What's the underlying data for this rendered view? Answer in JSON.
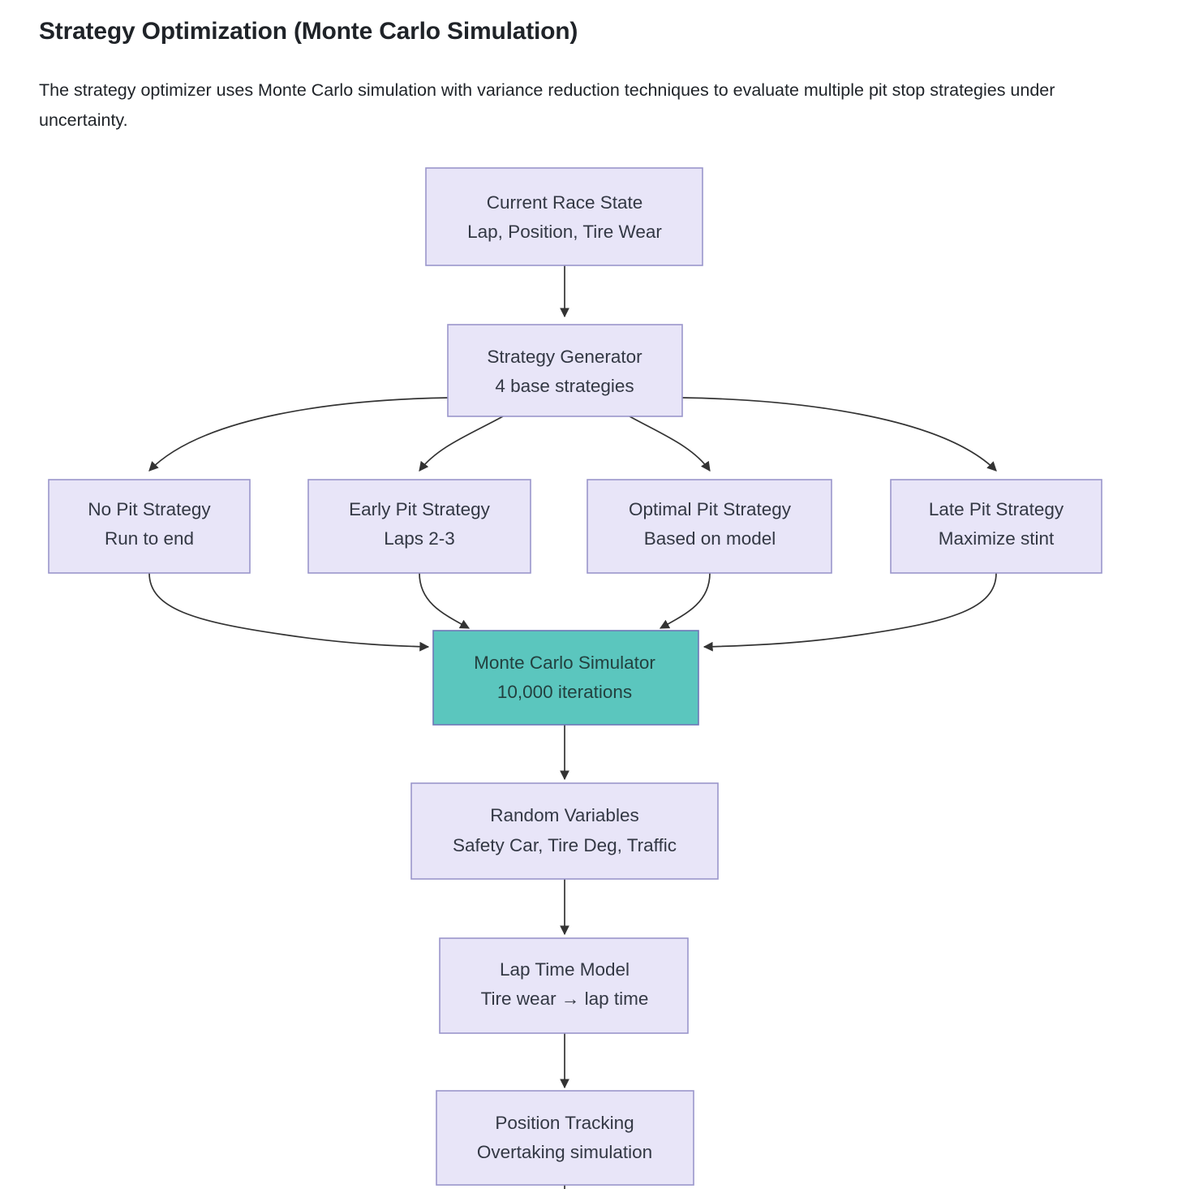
{
  "section": {
    "title": "Strategy Optimization (Monte Carlo Simulation)",
    "description": "The strategy optimizer uses Monte Carlo simulation with variance reduction techniques to evaluate multiple pit stop strategies under uncertainty."
  },
  "colors": {
    "node_fill": "#E8E5F8",
    "node_border": "#9A96CB",
    "highlight_fill": "#5BC6BE",
    "highlight_border": "#6F77B7",
    "edge": "#333333",
    "text": "#333844",
    "page_background": "#FFFFFF"
  },
  "diagram": {
    "type": "flowchart",
    "direction": "top-to-bottom",
    "nodes": [
      {
        "id": "current_race_state",
        "line1": "Current Race State",
        "line2": "Lap, Position, Tire Wear",
        "highlight": false
      },
      {
        "id": "strategy_generator",
        "line1": "Strategy Generator",
        "line2": "4 base strategies",
        "highlight": false
      },
      {
        "id": "no_pit_strategy",
        "line1": "No Pit Strategy",
        "line2": "Run to end",
        "highlight": false
      },
      {
        "id": "early_pit_strategy",
        "line1": "Early Pit Strategy",
        "line2": "Laps 2-3",
        "highlight": false
      },
      {
        "id": "optimal_pit_strategy",
        "line1": "Optimal Pit Strategy",
        "line2": "Based on model",
        "highlight": false
      },
      {
        "id": "late_pit_strategy",
        "line1": "Late Pit Strategy",
        "line2": "Maximize stint",
        "highlight": false
      },
      {
        "id": "monte_carlo_simulator",
        "line1": "Monte Carlo Simulator",
        "line2": "10,000 iterations",
        "highlight": true
      },
      {
        "id": "random_variables",
        "line1": "Random Variables",
        "line2": "Safety Car, Tire Deg, Traffic",
        "highlight": false
      },
      {
        "id": "lap_time_model",
        "line1": "Lap Time Model",
        "line2": "Tire wear  →  lap time",
        "highlight": false
      },
      {
        "id": "position_tracking",
        "line1": "Position Tracking",
        "line2": "Overtaking simulation",
        "highlight": false
      }
    ],
    "edges": [
      {
        "from": "current_race_state",
        "to": "strategy_generator"
      },
      {
        "from": "strategy_generator",
        "to": "no_pit_strategy"
      },
      {
        "from": "strategy_generator",
        "to": "early_pit_strategy"
      },
      {
        "from": "strategy_generator",
        "to": "optimal_pit_strategy"
      },
      {
        "from": "strategy_generator",
        "to": "late_pit_strategy"
      },
      {
        "from": "no_pit_strategy",
        "to": "monte_carlo_simulator"
      },
      {
        "from": "early_pit_strategy",
        "to": "monte_carlo_simulator"
      },
      {
        "from": "optimal_pit_strategy",
        "to": "monte_carlo_simulator"
      },
      {
        "from": "late_pit_strategy",
        "to": "monte_carlo_simulator"
      },
      {
        "from": "monte_carlo_simulator",
        "to": "random_variables"
      },
      {
        "from": "random_variables",
        "to": "lap_time_model"
      },
      {
        "from": "lap_time_model",
        "to": "position_tracking"
      },
      {
        "from": "position_tracking",
        "to": "next"
      }
    ]
  }
}
